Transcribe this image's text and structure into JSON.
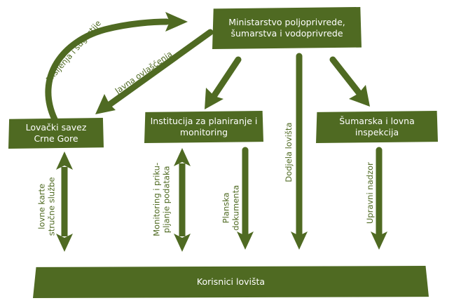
{
  "colors": {
    "fill": "#4f6a22",
    "text_on_fill": "#ffffff",
    "label_text": "#4f6a22"
  },
  "nodes": {
    "ministry": {
      "line1": "Ministarstvo poljoprivrede,",
      "line2": "šumarstva i vodoprivrede"
    },
    "hunting_union": {
      "line1": "Lovački savez",
      "line2": "Crne Gore"
    },
    "planning_institution": {
      "line1": "Institucija za planiranje i",
      "line2": "monitoring"
    },
    "inspection": {
      "line1": "Šumarska i lovna",
      "line2": "inspekcija"
    },
    "users": {
      "label": "Korisnici lovišta"
    }
  },
  "edges": {
    "opinions": {
      "label": "Mišljenja i sugestije"
    },
    "public_authorizations": {
      "label": "Javna ovlašćenja"
    },
    "hunting_permits": {
      "line1": "lovne karte",
      "line2": "stručne službe"
    },
    "monitoring_data": {
      "line1": "Monitoring i priku-",
      "line2": "pljanje podataka"
    },
    "planning_documents": {
      "line1": "Planska",
      "line2": "dokumenta"
    },
    "ground_allocation": {
      "label": "Dodjela lovišta"
    },
    "administrative_supervision": {
      "label": "Upravni nadzor"
    }
  }
}
